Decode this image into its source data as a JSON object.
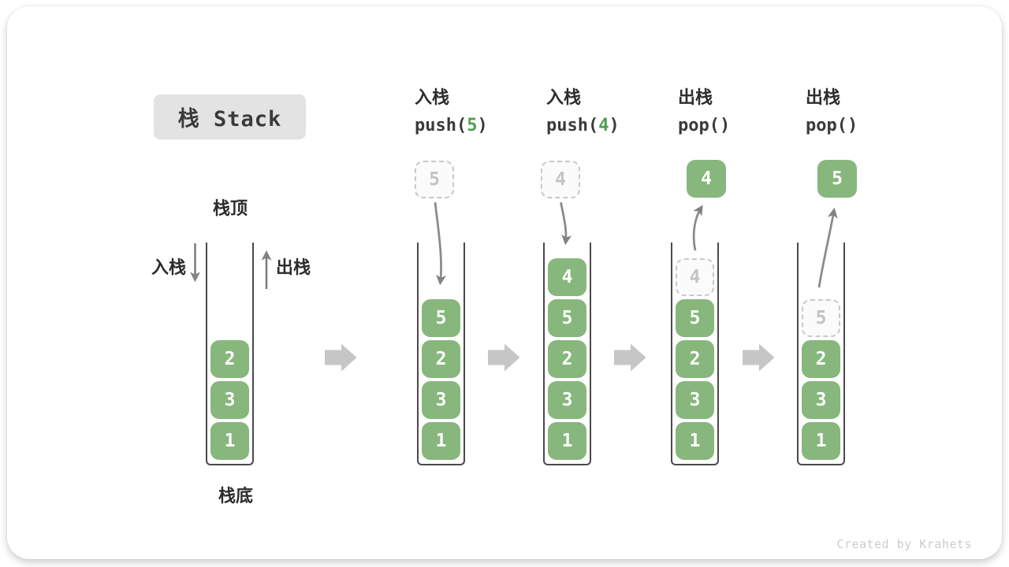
{
  "page": {
    "title_badge": "栈 Stack",
    "watermark": "Created by Krahets"
  },
  "labels": {
    "stack_top": "栈顶",
    "stack_bottom": "栈底",
    "push_side": "入栈",
    "pop_side": "出栈"
  },
  "colors": {
    "element_green": "#87b77c",
    "code_arg_green": "#4d9e50",
    "dashed_border": "#c9c9c9",
    "dashed_text": "#c3c3c3",
    "container_wall": "#4a4a4a",
    "flow_arrow_gray": "#c6c6c6",
    "motion_arrow_gray": "#828282",
    "badge_bg": "#e3e3e3",
    "text_dark": "#2d2d2d",
    "watermark_gray": "#cccccc"
  },
  "icons": {
    "push_direction": "arrow-down-icon",
    "pop_direction": "arrow-up-icon",
    "step_transition": "arrow-right-icon",
    "push_motion": "curved-arrow-down-icon",
    "pop_motion": "curved-arrow-up-icon"
  },
  "columns": [
    {
      "name": "initial",
      "stack": [
        {
          "value": "2",
          "style": "solid"
        },
        {
          "value": "3",
          "style": "solid"
        },
        {
          "value": "1",
          "style": "solid"
        }
      ]
    },
    {
      "name": "push-5",
      "header": {
        "action": "入栈",
        "op_prefix": "push(",
        "op_arg": "5",
        "op_suffix": ")"
      },
      "floating": {
        "value": "5",
        "style": "dashed"
      },
      "stack": [
        {
          "value": "5",
          "style": "solid"
        },
        {
          "value": "2",
          "style": "solid"
        },
        {
          "value": "3",
          "style": "solid"
        },
        {
          "value": "1",
          "style": "solid"
        }
      ]
    },
    {
      "name": "push-4",
      "header": {
        "action": "入栈",
        "op_prefix": "push(",
        "op_arg": "4",
        "op_suffix": ")"
      },
      "floating": {
        "value": "4",
        "style": "dashed"
      },
      "stack": [
        {
          "value": "4",
          "style": "solid"
        },
        {
          "value": "5",
          "style": "solid"
        },
        {
          "value": "2",
          "style": "solid"
        },
        {
          "value": "3",
          "style": "solid"
        },
        {
          "value": "1",
          "style": "solid"
        }
      ]
    },
    {
      "name": "pop-4",
      "header": {
        "action": "出栈",
        "op_prefix": "pop(",
        "op_arg": "",
        "op_suffix": ")"
      },
      "floating": {
        "value": "4",
        "style": "solid"
      },
      "stack": [
        {
          "value": "4",
          "style": "dashed"
        },
        {
          "value": "5",
          "style": "solid"
        },
        {
          "value": "2",
          "style": "solid"
        },
        {
          "value": "3",
          "style": "solid"
        },
        {
          "value": "1",
          "style": "solid"
        }
      ]
    },
    {
      "name": "pop-5",
      "header": {
        "action": "出栈",
        "op_prefix": "pop(",
        "op_arg": "",
        "op_suffix": ")"
      },
      "floating": {
        "value": "5",
        "style": "solid"
      },
      "stack": [
        {
          "value": "5",
          "style": "dashed"
        },
        {
          "value": "2",
          "style": "solid"
        },
        {
          "value": "3",
          "style": "solid"
        },
        {
          "value": "1",
          "style": "solid"
        }
      ]
    }
  ]
}
